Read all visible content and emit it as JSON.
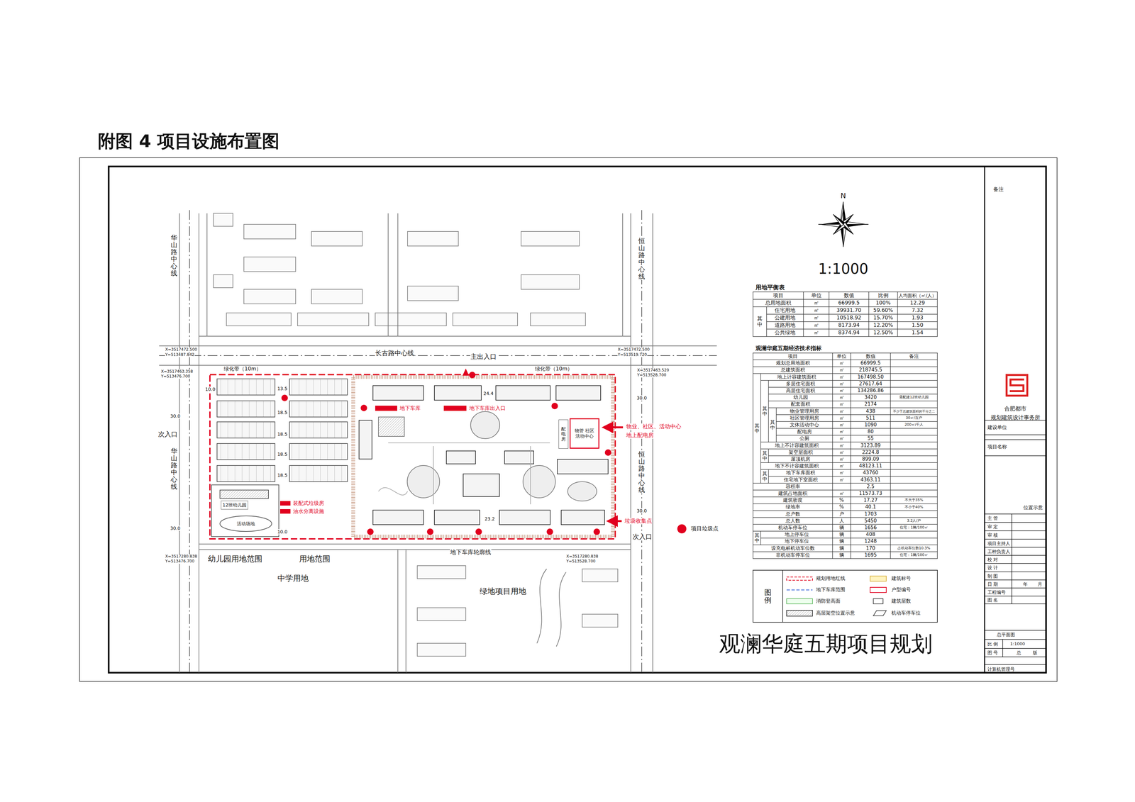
{
  "diagram": {
    "title": "附图 4  项目设施布置图",
    "nodes": [
      {
        "text": [
          "物管 社区 活动中心"
        ]
      },
      {
        "text": [
          "配电房"
        ]
      },
      {
        "text": [
          "12班幼儿园"
        ]
      }
    ],
    "labels": [
      "长古路中心线",
      "华山路中心线",
      "华山路中心线",
      "恒山路中心线",
      "恒山路中心线",
      "主出入口",
      "次入口",
      "次入口",
      "绿化带（10m）",
      "绿化带（10m）",
      "幼儿园用地范围",
      "用地范围",
      "中学用地",
      "绿地项目用地",
      "地下车库轮廓线",
      "活动场地",
      "地下车库",
      "地下车库出入口",
      "装配式垃圾房",
      "油水分离设施",
      "物业、社区、活动中心",
      "地上配电房",
      "垃圾收集点",
      "X=3517472.500",
      "Y=513487.842",
      "X=3517463.358",
      "Y=513476.700",
      "X=3517472.500",
      "Y=513519.720",
      "X=3517463.520",
      "Y=513528.700",
      "X=3517280.838",
      "Y=513476.700",
      "X=3517280.838",
      "Y=513528.700",
      "30.0",
      "30.0",
      "30.0",
      "30.0",
      "10.0",
      "13.5",
      "18.5",
      "18.5",
      "18.5",
      "18.5",
      "24.4",
      "23.2",
      "10.0",
      "N",
      "1:1000",
      "用地平衡表",
      "项目",
      "单位",
      "数值",
      "比例",
      "人均面积（㎡/人）",
      "总用地面积",
      "㎡",
      "66999.5",
      "100%",
      "12.29",
      "住宅用地",
      "㎡",
      "39931.70",
      "59.60%",
      "7.32",
      "公建用地",
      "㎡",
      "10518.92",
      "15.70%",
      "1.93",
      "道路用地",
      "㎡",
      "8173.94",
      "12.20%",
      "1.50",
      "公共绿地",
      "㎡",
      "8374.94",
      "12.50%",
      "1.54",
      "其中",
      "观澜华庭五期经济技术指标",
      "项目",
      "单位",
      "数值",
      "备注",
      "规划总用地面积",
      "㎡",
      "66999.5",
      "总建筑面积",
      "㎡",
      "218745.5",
      "地上计容建筑面积",
      "㎡",
      "167498.50",
      "多层住宅面积",
      "㎡",
      "27617.64",
      "高层住宅面积",
      "㎡",
      "134286.86",
      "幼儿园",
      "㎡",
      "3420",
      "需配建12班幼儿园",
      "配套面积",
      "㎡",
      "2174",
      "物业管理用房",
      "㎡",
      "438",
      "不少于总建筑面积的千分之二",
      "社区管理用房",
      "㎡",
      "511",
      "30㎡/百户",
      "文体活动中心",
      "㎡",
      "1090",
      "200㎡/千人",
      "配电房",
      "㎡",
      "80",
      "公厕",
      "㎡",
      "55",
      "地上不计容建筑面积",
      "㎡",
      "3123.89",
      "架空层面积",
      "㎡",
      "2224.8",
      "屋顶机房",
      "㎡",
      "899.09",
      "地下不计容建筑面积",
      "㎡",
      "48123.11",
      "地下车库面积",
      "㎡",
      "43760",
      "住宅地下室面积",
      "㎡",
      "4363.11",
      "容积率",
      "2.5",
      "建筑占地面积",
      "㎡",
      "11573.73",
      "建筑密度",
      "%",
      "17.27",
      "不大于35%",
      "绿地率",
      "%",
      "40.1",
      "不小于40%",
      "总户数",
      "户",
      "1703",
      "总人数",
      "人",
      "5450",
      "3.2人/户",
      "机动车停车位",
      "辆",
      "1656",
      "住宅：1辆/100㎡",
      "地上停车位",
      "辆",
      "408",
      "地下停车位",
      "辆",
      "1248",
      "设充电桩机动车位数",
      "辆",
      "170",
      "占机动车位数10.3%",
      "非机动车停车位",
      "辆",
      "1695",
      "住宅：1辆/100㎡",
      "其中",
      "其中",
      "其中",
      "其中",
      "其中",
      "其中",
      "图例",
      "观澜华庭五期项目规划",
      "备注",
      "合肥都市",
      "规划建筑设计事务所",
      "建设单位",
      "项目名称",
      "位置示意",
      "主 管",
      "审 定",
      "审 核",
      "项目主持人",
      "工种负责人",
      "校 对",
      "设 计",
      "制 图",
      "日 期",
      "年",
      "月",
      "工程编号",
      "图 名",
      "总平面图",
      "比 例",
      "1:1000",
      "图 号",
      "总",
      "版",
      "计算机管理号"
    ],
    "legend": [
      {
        "text": "规划用地红线"
      },
      {
        "text": "地下车库范围"
      },
      {
        "text": "消防登高面"
      },
      {
        "text": "高层架空位置示意"
      },
      {
        "text": "建筑标号"
      },
      {
        "text": "户型编号"
      },
      {
        "text": "建筑层数"
      },
      {
        "text": "机动车停车位"
      },
      {
        "text": "项目垃圾点",
        "color": "#e1001e"
      }
    ]
  }
}
